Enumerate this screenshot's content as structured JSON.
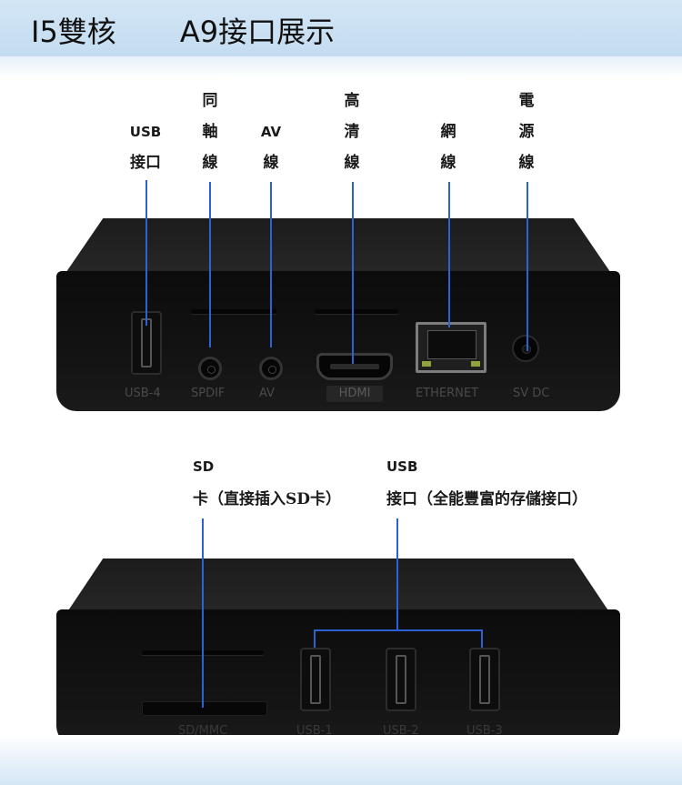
{
  "header": {
    "model": "I5雙核",
    "title": "A9接口展示"
  },
  "top_labels": {
    "usb": [
      "USB",
      "接口"
    ],
    "coax": [
      "同",
      "軸",
      "線"
    ],
    "av": [
      "AV",
      "線"
    ],
    "hdmi": [
      "高",
      "清",
      "線"
    ],
    "net": [
      "網",
      "線"
    ],
    "power": [
      "電",
      "源",
      "線"
    ]
  },
  "box1_ports": {
    "usb4": "USB-4",
    "spdif": "SPDIF",
    "av": "AV",
    "hdmi": "HDMI",
    "ethernet": "ETHERNET",
    "svdc": "SV DC"
  },
  "bottom_labels": {
    "sd_line1": "SD",
    "sd_line2": "卡（直接插入SD卡）",
    "usb_line1": "USB",
    "usb_line2": "接口（全能豐富的存儲接口）"
  },
  "box2_ports": {
    "sdmmc": "SD/MMC",
    "usb1": "USB-1",
    "usb2": "USB-2",
    "usb3": "USB-3"
  },
  "colors": {
    "accent_line": "#2b63d6",
    "header_bg": "#c8dff2"
  }
}
